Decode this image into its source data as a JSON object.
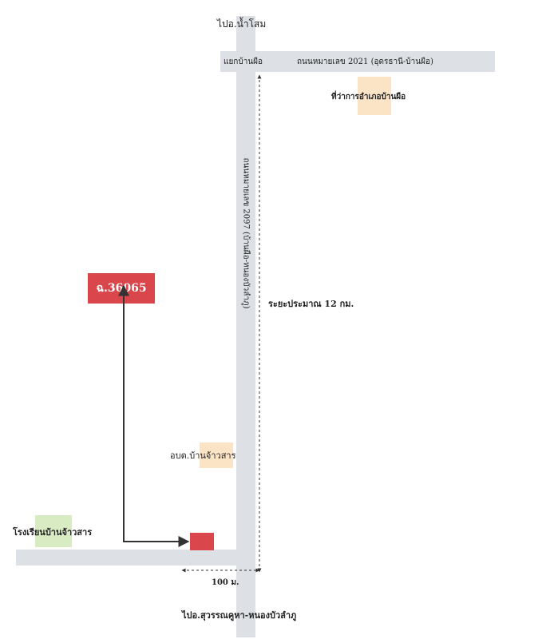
{
  "labels": {
    "to_nam_som": "ไปอ.น้ำโสม",
    "junction": "แยกบ้านผือ",
    "road_2021": "ถนนหมายเลข 2021 (อุดรธานี-บ้านผือ)",
    "district_office": "ที่ว่าการอำเภอบ้านผือ",
    "road_2097": "ถนนหมายเลข 2097 (บ้านผือ-หนองบัวลำภู)",
    "distance_12km": "ระยะประมาณ 12 กม.",
    "site_code": "ฉ.36065",
    "sao": "อบต.บ้านจ้าวสาร",
    "school": "โรงเรียนบ้านจ้าวสาร",
    "distance_100m": "100 ม.",
    "to_south": "ไปอ.สุวรรณคูหา-หนองบัวลำภู"
  },
  "colors": {
    "road": "#dde1e6",
    "site_box": "#d9464c",
    "office_box": "#fbe3c6",
    "sao_box": "#fbe3c6",
    "school_box": "#d8ebc3",
    "arrow": "#333333"
  }
}
